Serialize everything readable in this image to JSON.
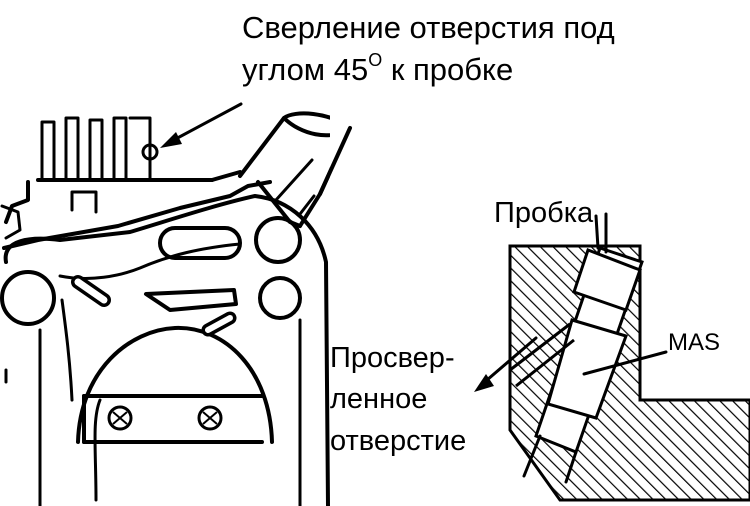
{
  "labels": {
    "drill_line1": "Сверление отверстия под",
    "drill_line2_pre": "углом 45",
    "drill_line2_sup": "O",
    "drill_line2_post": " к пробке",
    "plug": "Пробка",
    "mas": "MAS",
    "drilled_1": "Просвер-",
    "drilled_2": "ленное",
    "drilled_3": "отверстие"
  }
}
